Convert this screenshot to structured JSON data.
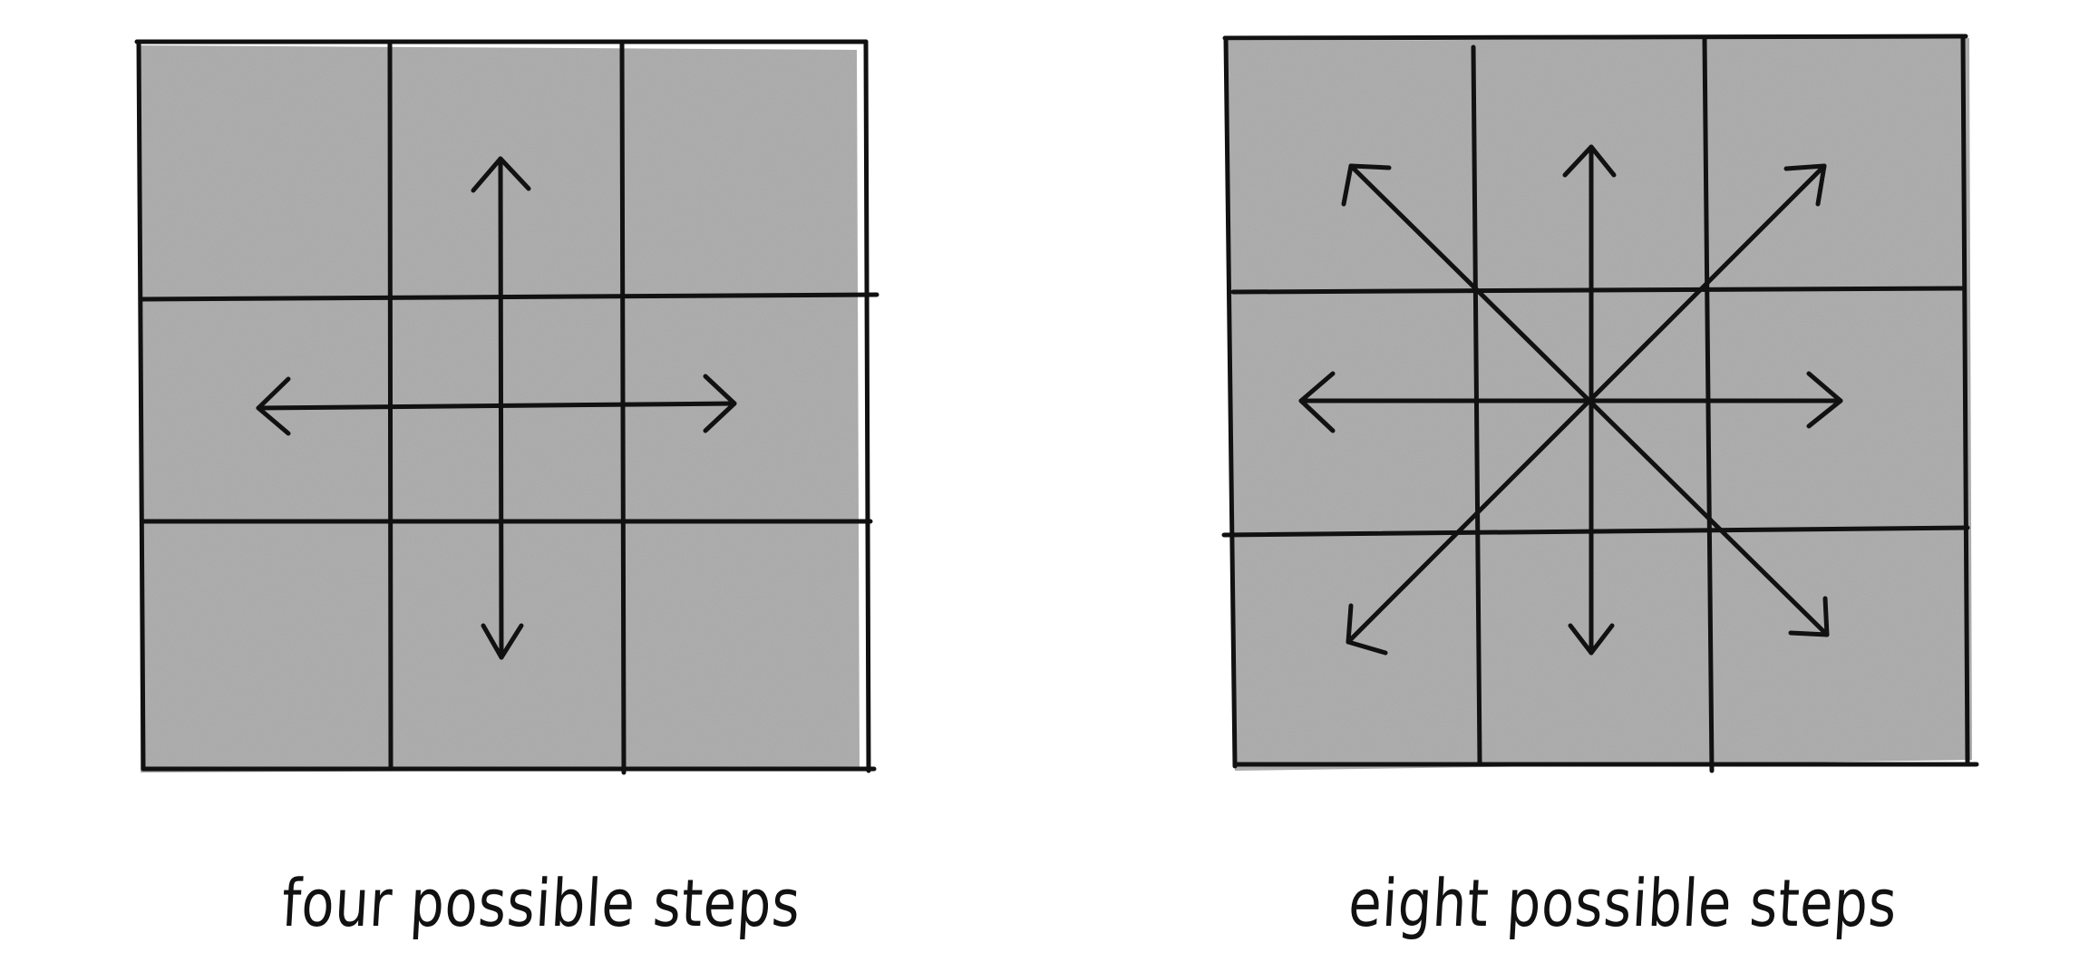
{
  "panels": [
    {
      "id": "four",
      "caption": "four possible steps",
      "directions": [
        "up",
        "right",
        "down",
        "left"
      ]
    },
    {
      "id": "eight",
      "caption": "eight possible steps",
      "directions": [
        "up",
        "up-right",
        "right",
        "down-right",
        "down",
        "down-left",
        "left",
        "up-left"
      ]
    }
  ],
  "colors": {
    "cell_fill": "#a6a6a6",
    "line": "#111111",
    "background": "#ffffff"
  },
  "icons": {
    "arrow": "arrow-icon"
  }
}
